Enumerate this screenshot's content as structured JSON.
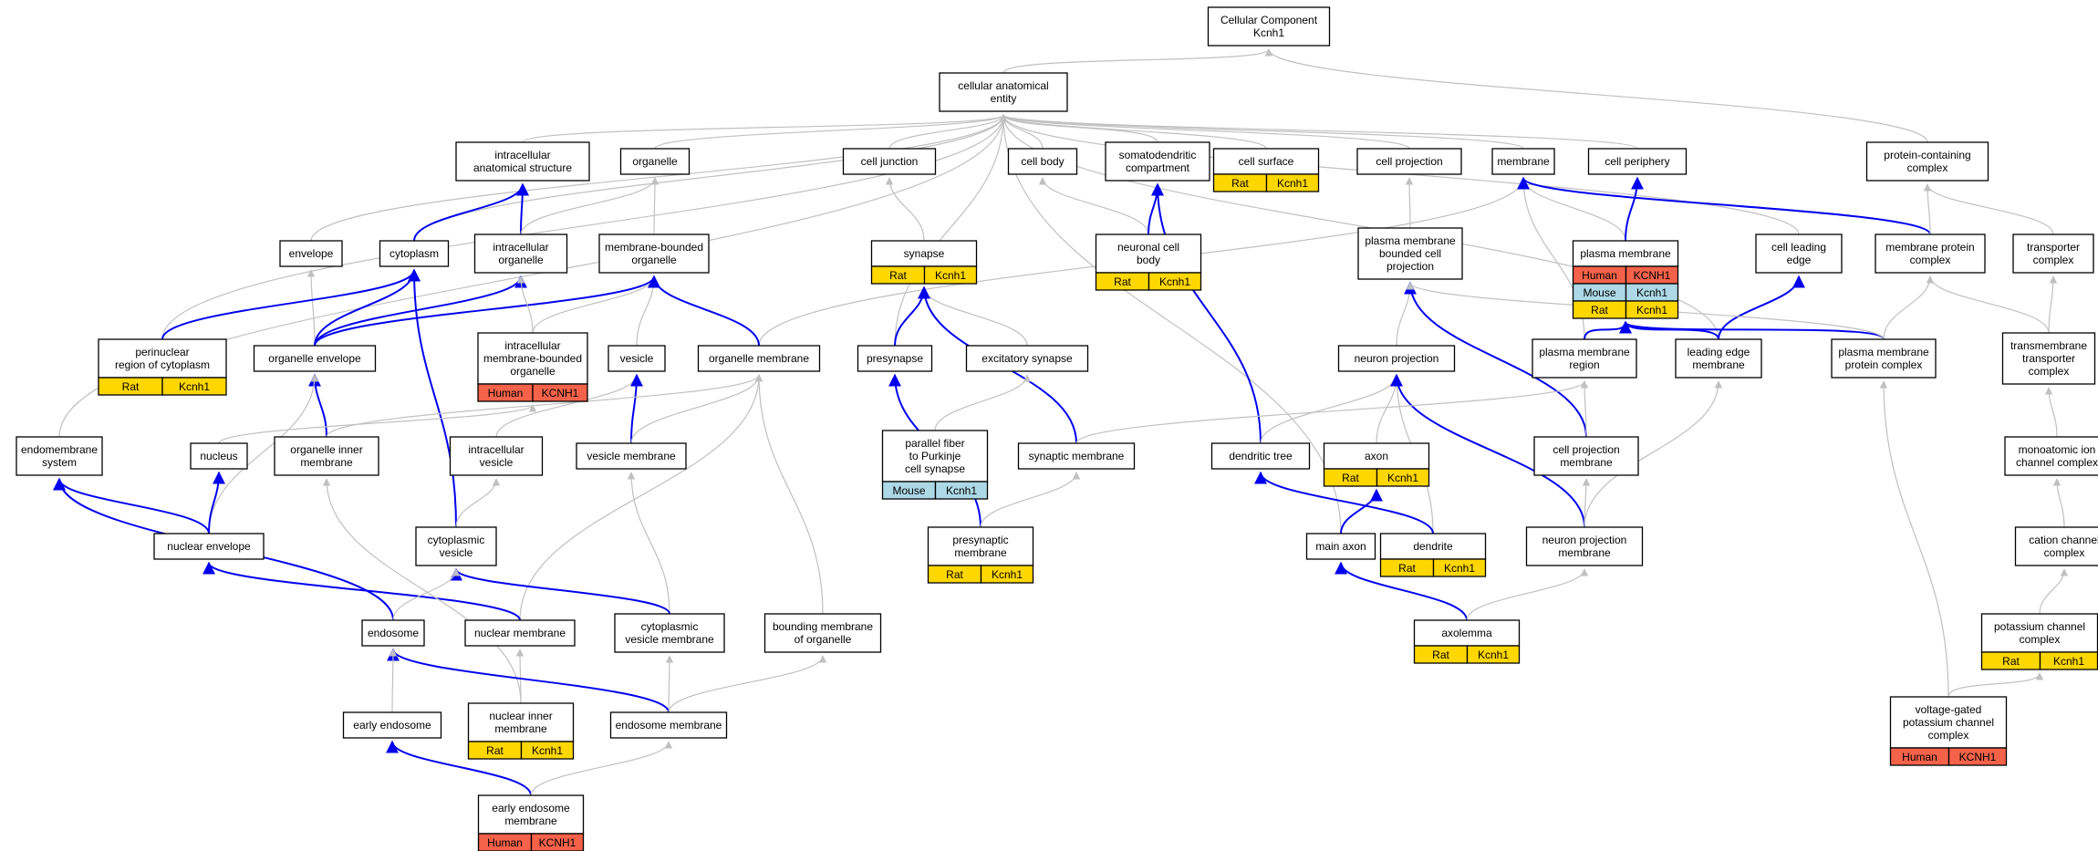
{
  "species_colors": {
    "Human": "#f4624a",
    "Mouse": "#add8e6",
    "Rat": "#ffd700"
  },
  "edge_colors": {
    "is_a": "#c0c0c0",
    "part_of": "#0000ee"
  },
  "nodes": {
    "cc": {
      "lines": [
        "Cellular Component",
        "Kcnh1"
      ]
    },
    "cae": {
      "lines": [
        "cellular anatomical",
        "entity"
      ]
    },
    "ias": {
      "lines": [
        "intracellular",
        "anatomical structure"
      ]
    },
    "organelle": {
      "lines": [
        "organelle"
      ]
    },
    "celljunction": {
      "lines": [
        "cell junction"
      ]
    },
    "cellbody": {
      "lines": [
        "cell body"
      ]
    },
    "somato": {
      "lines": [
        "somatodendritic",
        "compartment"
      ]
    },
    "cellsurface": {
      "lines": [
        "cell surface"
      ],
      "ann": [
        [
          "Rat",
          "Kcnh1"
        ]
      ]
    },
    "cellproj": {
      "lines": [
        "cell projection"
      ]
    },
    "membrane": {
      "lines": [
        "membrane"
      ]
    },
    "cellperiph": {
      "lines": [
        "cell periphery"
      ]
    },
    "pcc": {
      "lines": [
        "protein-containing",
        "complex"
      ]
    },
    "envelope": {
      "lines": [
        "envelope"
      ]
    },
    "cytoplasm": {
      "lines": [
        "cytoplasm"
      ]
    },
    "intraorg": {
      "lines": [
        "intracellular",
        "organelle"
      ]
    },
    "mbo": {
      "lines": [
        "membrane-bounded",
        "organelle"
      ]
    },
    "synapse": {
      "lines": [
        "synapse"
      ],
      "ann": [
        [
          "Rat",
          "Kcnh1"
        ]
      ]
    },
    "ncb": {
      "lines": [
        "neuronal cell",
        "body"
      ],
      "ann": [
        [
          "Rat",
          "Kcnh1"
        ]
      ]
    },
    "pmbcp": {
      "lines": [
        "plasma membrane",
        "bounded cell",
        "projection"
      ]
    },
    "pm": {
      "lines": [
        "plasma membrane"
      ],
      "ann": [
        [
          "Human",
          "KCNH1"
        ],
        [
          "Mouse",
          "Kcnh1"
        ],
        [
          "Rat",
          "Kcnh1"
        ]
      ]
    },
    "cle": {
      "lines": [
        "cell leading",
        "edge"
      ]
    },
    "mpc": {
      "lines": [
        "membrane protein",
        "complex"
      ]
    },
    "transporter": {
      "lines": [
        "transporter",
        "complex"
      ]
    },
    "perinuc": {
      "lines": [
        "perinuclear",
        "region of cytoplasm"
      ],
      "ann": [
        [
          "Rat",
          "Kcnh1"
        ]
      ]
    },
    "orgenv": {
      "lines": [
        "organelle envelope"
      ]
    },
    "imbo": {
      "lines": [
        "intracellular",
        "membrane-bounded",
        "organelle"
      ],
      "ann": [
        [
          "Human",
          "KCNH1"
        ]
      ]
    },
    "vesicle": {
      "lines": [
        "vesicle"
      ]
    },
    "orgmem": {
      "lines": [
        "organelle membrane"
      ]
    },
    "presynapse": {
      "lines": [
        "presynapse"
      ]
    },
    "excsyn": {
      "lines": [
        "excitatory synapse"
      ]
    },
    "neuproj": {
      "lines": [
        "neuron projection"
      ]
    },
    "pmr": {
      "lines": [
        "plasma membrane",
        "region"
      ]
    },
    "lem": {
      "lines": [
        "leading edge",
        "membrane"
      ]
    },
    "pmpc": {
      "lines": [
        "plasma membrane",
        "protein complex"
      ]
    },
    "tmtc": {
      "lines": [
        "transmembrane",
        "transporter",
        "complex"
      ]
    },
    "endosys": {
      "lines": [
        "endomembrane",
        "system"
      ]
    },
    "nucleus": {
      "lines": [
        "nucleus"
      ]
    },
    "oim": {
      "lines": [
        "organelle inner",
        "membrane"
      ]
    },
    "iv": {
      "lines": [
        "intracellular",
        "vesicle"
      ]
    },
    "vesmem": {
      "lines": [
        "vesicle membrane"
      ]
    },
    "pfps": {
      "lines": [
        "parallel fiber",
        "to Purkinje",
        "cell synapse"
      ],
      "ann": [
        [
          "Mouse",
          "Kcnh1"
        ]
      ]
    },
    "synmem": {
      "lines": [
        "synaptic membrane"
      ]
    },
    "dendtree": {
      "lines": [
        "dendritic tree"
      ]
    },
    "axon": {
      "lines": [
        "axon"
      ],
      "ann": [
        [
          "Rat",
          "Kcnh1"
        ]
      ]
    },
    "cpm": {
      "lines": [
        "cell projection",
        "membrane"
      ]
    },
    "mic": {
      "lines": [
        "monoatomic ion",
        "channel complex"
      ]
    },
    "nucenv": {
      "lines": [
        "nuclear envelope"
      ]
    },
    "cytves": {
      "lines": [
        "cytoplasmic",
        "vesicle"
      ]
    },
    "presynmem": {
      "lines": [
        "presynaptic",
        "membrane"
      ],
      "ann": [
        [
          "Rat",
          "Kcnh1"
        ]
      ]
    },
    "mainaxon": {
      "lines": [
        "main axon"
      ]
    },
    "dendrite": {
      "lines": [
        "dendrite"
      ],
      "ann": [
        [
          "Rat",
          "Kcnh1"
        ]
      ]
    },
    "npm": {
      "lines": [
        "neuron projection",
        "membrane"
      ]
    },
    "ccc": {
      "lines": [
        "cation channel",
        "complex"
      ]
    },
    "endosome": {
      "lines": [
        "endosome"
      ]
    },
    "nucmem": {
      "lines": [
        "nuclear membrane"
      ]
    },
    "cvm": {
      "lines": [
        "cytoplasmic",
        "vesicle membrane"
      ]
    },
    "bmo": {
      "lines": [
        "bounding membrane",
        "of organelle"
      ]
    },
    "axolemma": {
      "lines": [
        "axolemma"
      ],
      "ann": [
        [
          "Rat",
          "Kcnh1"
        ]
      ]
    },
    "pcc2": {
      "lines": [
        "potassium channel",
        "complex"
      ],
      "ann": [
        [
          "Rat",
          "Kcnh1"
        ]
      ]
    },
    "nim": {
      "lines": [
        "nuclear inner",
        "membrane"
      ],
      "ann": [
        [
          "Rat",
          "Kcnh1"
        ]
      ]
    },
    "earlyendo": {
      "lines": [
        "early endosome"
      ]
    },
    "endomem": {
      "lines": [
        "endosome membrane"
      ]
    },
    "vgpcc": {
      "lines": [
        "voltage-gated",
        "potassium channel",
        "complex"
      ],
      "ann": [
        [
          "Human",
          "KCNH1"
        ]
      ]
    },
    "eem": {
      "lines": [
        "early endosome",
        "membrane"
      ],
      "ann": [
        [
          "Human",
          "KCNH1"
        ]
      ]
    }
  },
  "edges": [
    [
      "cae",
      "cc",
      "is_a"
    ],
    [
      "pcc",
      "cc",
      "is_a"
    ],
    [
      "ias",
      "cae",
      "is_a"
    ],
    [
      "organelle",
      "cae",
      "is_a"
    ],
    [
      "celljunction",
      "cae",
      "is_a"
    ],
    [
      "cellbody",
      "cae",
      "is_a"
    ],
    [
      "somato",
      "cae",
      "is_a"
    ],
    [
      "cellsurface",
      "cae",
      "is_a"
    ],
    [
      "cellproj",
      "cae",
      "is_a"
    ],
    [
      "membrane",
      "cae",
      "is_a"
    ],
    [
      "cellperiph",
      "cae",
      "is_a"
    ],
    [
      "envelope",
      "cae",
      "is_a"
    ],
    [
      "cytoplasm",
      "cae",
      "is_a"
    ],
    [
      "perinuc",
      "cae",
      "is_a"
    ],
    [
      "endosys",
      "cae",
      "is_a"
    ],
    [
      "presynapse",
      "cae",
      "is_a"
    ],
    [
      "mainaxon",
      "cae",
      "is_a"
    ],
    [
      "cle",
      "cae",
      "is_a"
    ],
    [
      "lem",
      "cae",
      "is_a"
    ],
    [
      "cytoplasm",
      "ias",
      "part_of"
    ],
    [
      "intraorg",
      "ias",
      "part_of"
    ],
    [
      "intraorg",
      "organelle",
      "is_a"
    ],
    [
      "mbo",
      "organelle",
      "is_a"
    ],
    [
      "synapse",
      "celljunction",
      "is_a"
    ],
    [
      "ncb",
      "cellbody",
      "is_a"
    ],
    [
      "ncb",
      "somato",
      "part_of"
    ],
    [
      "dendtree",
      "somato",
      "part_of"
    ],
    [
      "pmbcp",
      "cellproj",
      "is_a"
    ],
    [
      "pm",
      "membrane",
      "is_a"
    ],
    [
      "pm",
      "cellperiph",
      "part_of"
    ],
    [
      "orgmem",
      "membrane",
      "is_a"
    ],
    [
      "pmr",
      "membrane",
      "is_a"
    ],
    [
      "mpc",
      "membrane",
      "part_of"
    ],
    [
      "mpc",
      "pcc",
      "is_a"
    ],
    [
      "transporter",
      "pcc",
      "is_a"
    ],
    [
      "orgenv",
      "envelope",
      "is_a"
    ],
    [
      "orgenv",
      "cytoplasm",
      "part_of"
    ],
    [
      "orgenv",
      "intraorg",
      "part_of"
    ],
    [
      "orgenv",
      "mbo",
      "part_of"
    ],
    [
      "perinuc",
      "cytoplasm",
      "part_of"
    ],
    [
      "cytves",
      "cytoplasm",
      "part_of"
    ],
    [
      "imbo",
      "intraorg",
      "is_a"
    ],
    [
      "imbo",
      "mbo",
      "is_a"
    ],
    [
      "vesicle",
      "mbo",
      "is_a"
    ],
    [
      "orgmem",
      "mbo",
      "part_of"
    ],
    [
      "presynapse",
      "synapse",
      "part_of"
    ],
    [
      "excsyn",
      "synapse",
      "is_a"
    ],
    [
      "synmem",
      "synapse",
      "part_of"
    ],
    [
      "neuproj",
      "pmbcp",
      "is_a"
    ],
    [
      "cpm",
      "pmbcp",
      "part_of"
    ],
    [
      "pmr",
      "pm",
      "part_of"
    ],
    [
      "lem",
      "pm",
      "part_of"
    ],
    [
      "pmpc",
      "pm",
      "part_of"
    ],
    [
      "lem",
      "cle",
      "part_of"
    ],
    [
      "pmpc",
      "mpc",
      "is_a"
    ],
    [
      "tmtc",
      "mpc",
      "is_a"
    ],
    [
      "tmtc",
      "transporter",
      "is_a"
    ],
    [
      "oim",
      "orgenv",
      "part_of"
    ],
    [
      "nucenv",
      "orgenv",
      "is_a"
    ],
    [
      "nucleus",
      "imbo",
      "is_a"
    ],
    [
      "iv",
      "vesicle",
      "is_a"
    ],
    [
      "vesmem",
      "vesicle",
      "part_of"
    ],
    [
      "oim",
      "orgmem",
      "is_a"
    ],
    [
      "vesmem",
      "orgmem",
      "is_a"
    ],
    [
      "nucmem",
      "orgmem",
      "is_a"
    ],
    [
      "bmo",
      "orgmem",
      "is_a"
    ],
    [
      "presynmem",
      "presynapse",
      "part_of"
    ],
    [
      "pfps",
      "excsyn",
      "is_a"
    ],
    [
      "dendtree",
      "neuproj",
      "is_a"
    ],
    [
      "axon",
      "neuproj",
      "is_a"
    ],
    [
      "dendrite",
      "neuproj",
      "is_a"
    ],
    [
      "npm",
      "neuproj",
      "part_of"
    ],
    [
      "synmem",
      "pmr",
      "is_a"
    ],
    [
      "cpm",
      "pmr",
      "is_a"
    ],
    [
      "npm",
      "lem",
      "is_a"
    ],
    [
      "pmpc",
      "pmbcp",
      "is_a"
    ],
    [
      "mic",
      "tmtc",
      "is_a"
    ],
    [
      "nucenv",
      "endosys",
      "part_of"
    ],
    [
      "endosome",
      "endosys",
      "part_of"
    ],
    [
      "nucenv",
      "nucleus",
      "part_of"
    ],
    [
      "cytves",
      "iv",
      "is_a"
    ],
    [
      "cvm",
      "vesmem",
      "is_a"
    ],
    [
      "cvm",
      "cytves",
      "part_of"
    ],
    [
      "nucmem",
      "nucenv",
      "part_of"
    ],
    [
      "presynmem",
      "synmem",
      "is_a"
    ],
    [
      "dendrite",
      "dendtree",
      "part_of"
    ],
    [
      "mainaxon",
      "axon",
      "part_of"
    ],
    [
      "npm",
      "cpm",
      "is_a"
    ],
    [
      "ccc",
      "mic",
      "is_a"
    ],
    [
      "endosome",
      "cytves",
      "is_a"
    ],
    [
      "nim",
      "nucmem",
      "is_a"
    ],
    [
      "nim",
      "oim",
      "is_a"
    ],
    [
      "endomem",
      "cvm",
      "is_a"
    ],
    [
      "endomem",
      "endosome",
      "part_of"
    ],
    [
      "axolemma",
      "mainaxon",
      "part_of"
    ],
    [
      "axolemma",
      "npm",
      "is_a"
    ],
    [
      "pcc2",
      "ccc",
      "is_a"
    ],
    [
      "vgpcc",
      "pcc2",
      "is_a"
    ],
    [
      "vgpcc",
      "pmpc",
      "is_a"
    ],
    [
      "earlyendo",
      "endosome",
      "is_a"
    ],
    [
      "eem",
      "earlyendo",
      "part_of"
    ],
    [
      "eem",
      "endomem",
      "is_a"
    ],
    [
      "endomem",
      "bmo",
      "is_a"
    ]
  ]
}
